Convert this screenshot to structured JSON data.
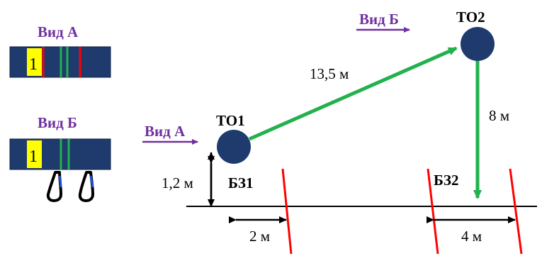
{
  "legend": {
    "view_a": {
      "title": "Вид А",
      "tag": "1"
    },
    "view_b": {
      "title": "Вид Б",
      "tag": "1"
    }
  },
  "diagram": {
    "view_a_arrow_label": "Вид А",
    "view_b_arrow_label": "Вид Б",
    "to1_label": "ТО1",
    "to2_label": "ТО2",
    "bz1_label": "БЗ1",
    "bz2_label": "БЗ2",
    "dist_to1_to2": "13,5 м",
    "dist_to2_down": "8 м",
    "height_to1": "1,2 м",
    "width_bz1": "2 м",
    "width_bz2": "4 м"
  },
  "colors": {
    "purple": "#7030a0",
    "navy": "#1f3b6e",
    "green": "#22b14c",
    "red": "#ff0000",
    "yellow": "#ffff00",
    "black": "#000000"
  }
}
